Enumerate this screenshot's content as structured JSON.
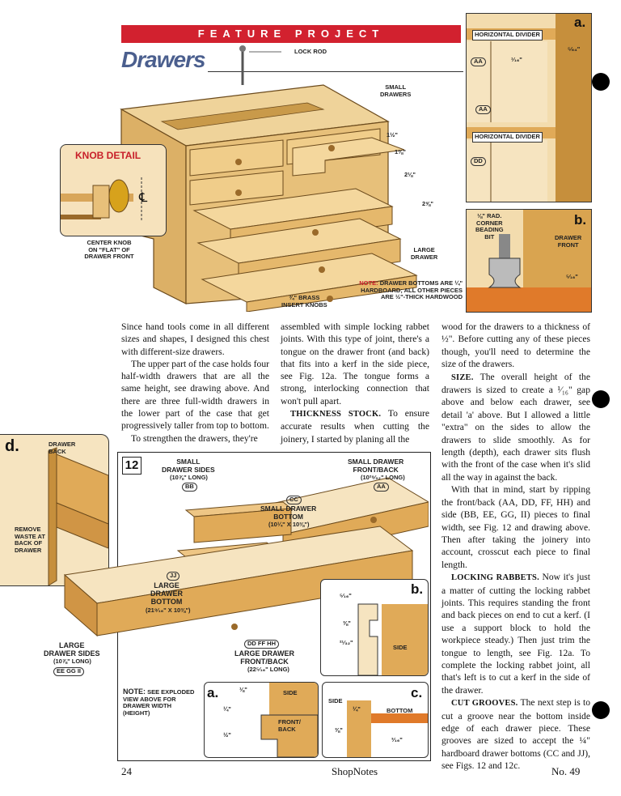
{
  "header": {
    "banner": "FEATURE PROJECT",
    "title": "Drawers"
  },
  "top_drawing": {
    "labels": {
      "lock_rod": "LOCK ROD",
      "small_drawers": "SMALL\nDRAWERS",
      "knob_detail": "KNOB DETAIL",
      "center_knob": "CENTER KNOB\nON \"FLAT\" OF\nDRAWER FRONT",
      "large_drawer": "LARGE\nDRAWER",
      "brass_knobs": "¾\" BRASS\nINSERT KNOBS",
      "note_prefix": "NOTE:",
      "note": "DRAWER BOTTOMS ARE ¼\" HARDBOARD; ALL OTHER PIECES ARE ½\"-THICK HARDWOOD",
      "dims": [
        "1½\"",
        "1⅜\"",
        "2⅛\"",
        "2⅝\""
      ],
      "cl": "℄"
    }
  },
  "inset_a": {
    "letter": "a.",
    "horizontal_divider_1": "HORIZONTAL DIVIDER",
    "horizontal_divider_2": "HORIZONTAL DIVIDER",
    "dim_64": "⁵⁄₆₄\"",
    "dim_16": "¹⁄₁₆\"",
    "aa1": "AA",
    "aa2": "AA",
    "dd": "DD"
  },
  "inset_b_top": {
    "letter": "b.",
    "rad_label": "⅛\" RAD.\nCORNER\nBEADING\nBIT",
    "drawer_front": "DRAWER\nFRONT",
    "dim": "⁵⁄₁₆\""
  },
  "inset_d": {
    "letter": "d.",
    "drawer_back": "DRAWER\nBACK",
    "remove_waste": "REMOVE\nWASTE AT\nBACK OF\nDRAWER"
  },
  "body": {
    "col1": [
      "Since hand tools come in all different sizes and shapes, I designed this chest with different-size drawers.",
      "The upper part of the case holds four half-width drawers that are all the same height, see drawing above. And there are three full-width drawers in the lower part of the case that get progressively taller from top to bottom.",
      "To strengthen the drawers, they're"
    ],
    "col2": [
      "assembled with simple locking rabbet joints. With this type of joint, there's a tongue on the drawer front (and back) that fits into a kerf in the side piece, see Fig. 12a. The tongue forms a strong, interlocking connection that won't pull apart."
    ],
    "col2_thickness_runin": "THICKNESS STOCK.",
    "col2_thickness": " To ensure accurate results when cutting the joinery, I started by planing all the",
    "col3_intro": "wood for the drawers to a thickness of ½\". Before cutting any of these pieces though, you'll need to determine the size of the drawers.",
    "col3_size_runin": "SIZE.",
    "col3_size": " The overall height of the drawers is sized to create a ¹⁄₁₆\" gap above and below each drawer, see detail 'a' above. But I allowed a little \"extra\" on the sides to allow the drawers to slide smoothly. As for length (depth), each drawer sits flush with the front of the case when it's slid all the way in against the back.",
    "col3_rip": "With that in mind, start by ripping the front/back (AA, DD, FF, HH) and side (BB, EE, GG, II) pieces to final width, see Fig. 12 and drawing above. Then after taking the joinery into account, crosscut each piece to final length.",
    "col3_lock_runin": "LOCKING RABBETS.",
    "col3_lock": " Now it's just a matter of cutting the locking rabbet joints. This requires standing the front and back pieces on end to cut a kerf. (I use a support block to hold the workpiece steady.) Then just trim the tongue to length, see Fig. 12a. To complete the locking rabbet joint, all that's left is to cut a kerf in the side of the drawer.",
    "col3_cut_runin": "CUT GROOVES.",
    "col3_cut": " The next step is to cut a groove near the bottom inside edge of each drawer piece. These grooves are sized to accept the ¼\" hardboard drawer bottoms (CC and JJ), see Figs. 12 and 12c."
  },
  "figure12": {
    "number": "12",
    "small_drawer_sides": "SMALL\nDRAWER SIDES",
    "small_sides_len": "(10⅞\" LONG)",
    "bb": "BB",
    "small_front_back": "SMALL DRAWER\nFRONT/BACK",
    "small_fb_len": "(10²⁹⁄₃₂\" LONG)",
    "aa": "AA",
    "cc": "CC",
    "small_bottom": "SMALL DRAWER\nBOTTOM",
    "small_bottom_size": "(10¼\" x 10⅜\")",
    "jj": "JJ",
    "large_bottom": "LARGE\nDRAWER\nBOTTOM",
    "large_bottom_size": "(21⁹⁄₁₆\" x 10⅜\")",
    "large_sides": "LARGE\nDRAWER SIDES",
    "large_sides_len": "(10⅞\" LONG)",
    "ee_gg_ii": "EE GG II",
    "dd_ff_hh": "DD FF HH",
    "large_front_back": "LARGE DRAWER\nFRONT/BACK",
    "large_fb_len": "(22⁵⁄₁₆\" LONG)",
    "note_prefix": "NOTE:",
    "note": "SEE EXPLODED VIEW ABOVE FOR DRAWER WIDTH (HEIGHT)",
    "detail_a": "a.",
    "detail_b": "b.",
    "detail_c": "c.",
    "side": "SIDE",
    "front_back": "FRONT/\nBACK",
    "bottom": "BOTTOM",
    "b_dims": [
      "⁵⁄₁₆\"",
      "⅜\"",
      "²¹⁄₃₂\""
    ],
    "a_dims": [
      "⅛\"",
      "¼\"",
      "½\""
    ],
    "c_dims": [
      "¼\"",
      "⅜\"",
      "³⁄₁₆\""
    ]
  },
  "footer": {
    "page": "24",
    "magazine": "ShopNotes",
    "issue": "No. 49"
  },
  "colors": {
    "banner_red": "#d2212f",
    "title_blue": "#4b5f8e",
    "wood": "#e9c07a",
    "wood_dark": "#c68f3c",
    "inset_bg": "#f3dcae"
  }
}
